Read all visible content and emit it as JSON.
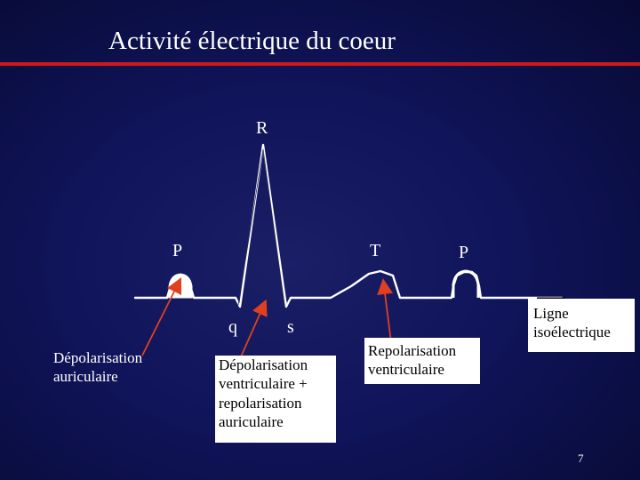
{
  "slide": {
    "title": "Activité électrique du coeur",
    "page_number": "7"
  },
  "colors": {
    "background": "#10145a",
    "title_rule": "#d01818",
    "arrow": "#e04020",
    "trace": "#ffffff"
  },
  "waves": {
    "P1": "P",
    "R": "R",
    "q": "q",
    "s": "s",
    "T": "T",
    "P2": "P"
  },
  "annotations": {
    "auricular_depolarization": [
      "Dépolarisation",
      "auriculaire"
    ],
    "ventricular_depolarization": [
      "Dépolarisation",
      "ventriculaire +",
      "repolarisation",
      "auriculaire"
    ],
    "ventricular_repolarization": [
      "Repolarisation",
      "ventriculaire"
    ],
    "isoelectric_line": [
      "Ligne",
      "isoélectrique"
    ]
  }
}
